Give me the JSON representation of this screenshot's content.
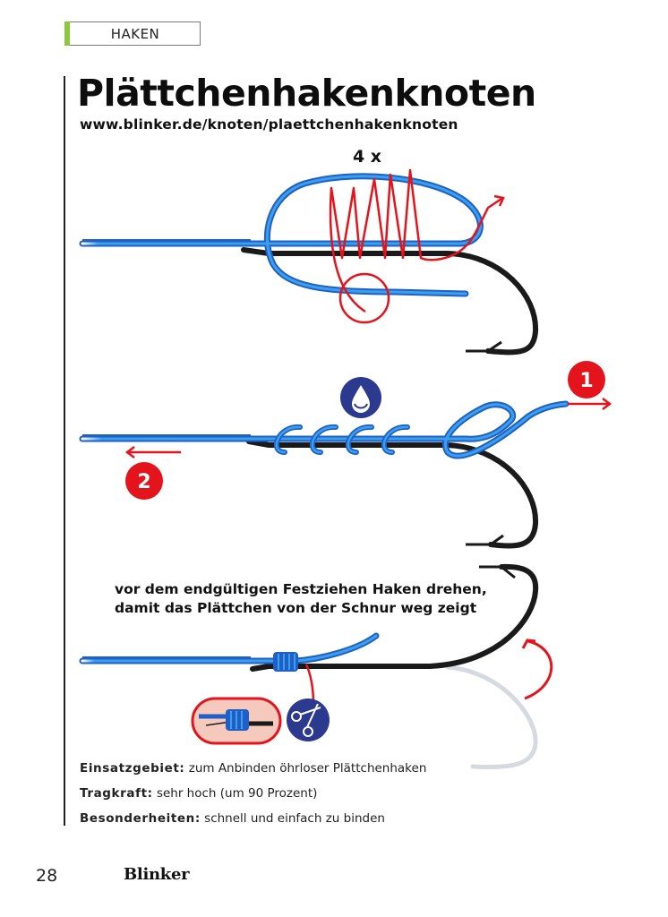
{
  "header": {
    "section_label": "HAKEN",
    "accent_color": "#8dc63f"
  },
  "article": {
    "title": "Plättchenhakenknoten",
    "url": "www.blinker.de/knoten/plaettchenhakenknoten"
  },
  "steps": [
    {
      "annotation": "4 x",
      "icon": "wrap-turns"
    },
    {
      "icon": "water-drop-icon",
      "markers": [
        "1",
        "2"
      ]
    },
    {
      "caption_line1": "vor dem endgültigen Festziehen Haken drehen,",
      "caption_line2": "damit das Plättchen von der Schnur weg zeigt",
      "icon": "scissors-icon"
    }
  ],
  "facts": [
    {
      "key": "Einsatzgebiet:",
      "value": "zum Anbinden öhrloser Plättchenhaken"
    },
    {
      "key": "Tragkraft:",
      "value": "sehr hoch (um 90 Prozent)"
    },
    {
      "key": "Besonderheiten:",
      "value": "schnell und einfach zu binden"
    }
  ],
  "footer": {
    "page_number": "28",
    "brand": "Blinker"
  },
  "colors": {
    "line_blue": "#1f5fc7",
    "line_light": "#3aa0ea",
    "hook_black": "#1a1a1a",
    "marker_red": "#e3141b",
    "icon_navy": "#2b3a8f",
    "ghost_hook": "#d5d9e0",
    "inset_bg": "#f6c9bd"
  }
}
